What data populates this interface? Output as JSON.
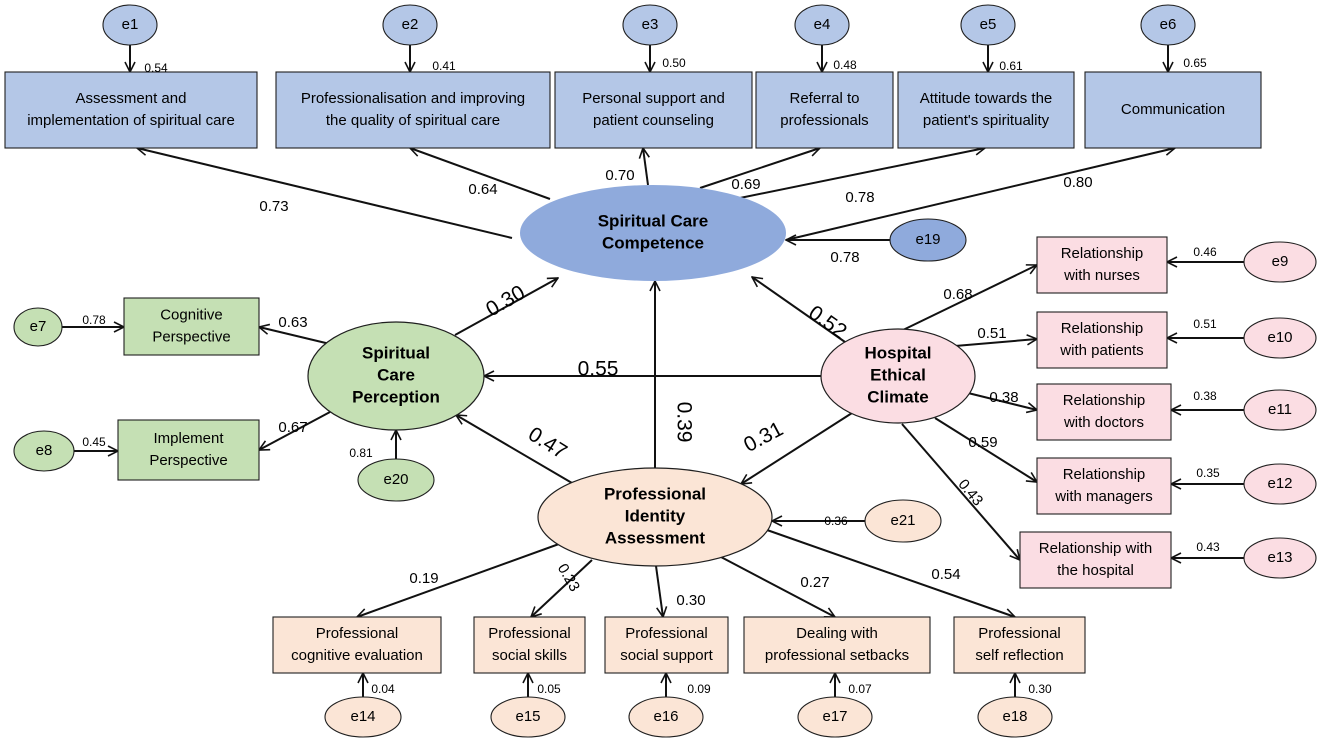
{
  "colors": {
    "blue_fill": "#b4c7e7",
    "blue_latent": "#8faadc",
    "green_fill": "#c5e0b4",
    "pink_fill": "#fbdde3",
    "peach_fill": "#fbe5d6",
    "stroke": "#1f1f1f"
  },
  "latents": {
    "scc": {
      "lines": [
        "Spiritual Care",
        "Competence"
      ],
      "color": "blue_latent"
    },
    "scp": {
      "lines": [
        "Spiritual",
        "Care",
        "Perception"
      ],
      "color": "green_fill"
    },
    "hec": {
      "lines": [
        "Hospital",
        "Ethical",
        "Climate"
      ],
      "color": "pink_fill"
    },
    "pia": {
      "lines": [
        "Professional",
        "Identity",
        "Assessment"
      ],
      "color": "peach_fill"
    }
  },
  "indicators": [
    {
      "id": "assessment",
      "lines": [
        "Assessment and",
        "implementation of spiritual care"
      ],
      "latent": "scc",
      "loading": "0.73",
      "error": "e1",
      "error_value": "0.54"
    },
    {
      "id": "professionalisation",
      "lines": [
        "Professionalisation and improving",
        "the quality of spiritual care"
      ],
      "latent": "scc",
      "loading": "0.64",
      "error": "e2",
      "error_value": "0.41"
    },
    {
      "id": "personal-support",
      "lines": [
        "Personal support and",
        "patient counseling"
      ],
      "latent": "scc",
      "loading": "0.70",
      "error": "e3",
      "error_value": "0.50"
    },
    {
      "id": "referral",
      "lines": [
        "Referral to",
        "professionals"
      ],
      "latent": "scc",
      "loading": "0.69",
      "error": "e4",
      "error_value": "0.48"
    },
    {
      "id": "attitude",
      "lines": [
        "Attitude towards the",
        "patient's spirituality"
      ],
      "latent": "scc",
      "loading": "0.78",
      "error": "e5",
      "error_value": "0.61"
    },
    {
      "id": "communication",
      "lines": [
        "Communication"
      ],
      "latent": "scc",
      "loading": "0.80",
      "error": "e6",
      "error_value": "0.65"
    },
    {
      "id": "cognitive-perspective",
      "lines": [
        "Cognitive",
        "Perspective"
      ],
      "latent": "scp",
      "loading": "0.63",
      "error": "e7",
      "error_value": "0.78"
    },
    {
      "id": "implement-perspective",
      "lines": [
        "Implement",
        "Perspective"
      ],
      "latent": "scp",
      "loading": "0.67",
      "error": "e8",
      "error_value": "0.45"
    },
    {
      "id": "rel-nurses",
      "lines": [
        "Relationship",
        "with nurses"
      ],
      "latent": "hec",
      "loading": "0.68",
      "error": "e9",
      "error_value": "0.46"
    },
    {
      "id": "rel-patients",
      "lines": [
        "Relationship",
        "with patients"
      ],
      "latent": "hec",
      "loading": "0.51",
      "error": "e10",
      "error_value": "0.51"
    },
    {
      "id": "rel-doctors",
      "lines": [
        "Relationship",
        "with doctors"
      ],
      "latent": "hec",
      "loading": "0.38",
      "error": "e11",
      "error_value": "0.38"
    },
    {
      "id": "rel-managers",
      "lines": [
        "Relationship",
        "with managers"
      ],
      "latent": "hec",
      "loading": "0.59",
      "error": "e12",
      "error_value": "0.35"
    },
    {
      "id": "rel-hospital",
      "lines": [
        "Relationship with",
        "the hospital"
      ],
      "latent": "hec",
      "loading": "0.43",
      "error": "e13",
      "error_value": "0.43"
    },
    {
      "id": "cognitive-evaluation",
      "lines": [
        "Professional",
        "cognitive evaluation"
      ],
      "latent": "pia",
      "loading": "0.19",
      "error": "e14",
      "error_value": "0.04"
    },
    {
      "id": "social-skills",
      "lines": [
        "Professional",
        "social skills"
      ],
      "latent": "pia",
      "loading": "0.23",
      "error": "e15",
      "error_value": "0.05"
    },
    {
      "id": "social-support",
      "lines": [
        "Professional",
        "social support"
      ],
      "latent": "pia",
      "loading": "0.30",
      "error": "e16",
      "error_value": "0.09"
    },
    {
      "id": "setbacks",
      "lines": [
        "Dealing with",
        "professional setbacks"
      ],
      "latent": "pia",
      "loading": "0.27",
      "error": "e17",
      "error_value": "0.07"
    },
    {
      "id": "self-reflection",
      "lines": [
        "Professional",
        "self reflection"
      ],
      "latent": "pia",
      "loading": "0.54",
      "error": "e18",
      "error_value": "0.30"
    }
  ],
  "latent_errors": [
    {
      "id": "e19",
      "label": "e19",
      "latent": "scc",
      "value": "0.78"
    },
    {
      "id": "e20",
      "label": "e20",
      "latent": "scp",
      "value": "0.81"
    },
    {
      "id": "e21",
      "label": "e21",
      "latent": "pia",
      "value": "0.36"
    }
  ],
  "structural_paths": [
    {
      "id": "scp-to-scc",
      "from": "scp",
      "to": "scc",
      "value": "0.30"
    },
    {
      "id": "hec-to-scc",
      "from": "hec",
      "to": "scc",
      "value": "0.52"
    },
    {
      "id": "pia-to-scc",
      "from": "pia",
      "to": "scc",
      "value": "0.39"
    },
    {
      "id": "hec-to-scp",
      "from": "hec",
      "to": "scp",
      "value": "0.55"
    },
    {
      "id": "pia-to-scp",
      "from": "pia",
      "to": "scp",
      "value": "0.47"
    },
    {
      "id": "hec-to-pia",
      "from": "hec",
      "to": "pia",
      "value": "0.31"
    }
  ]
}
